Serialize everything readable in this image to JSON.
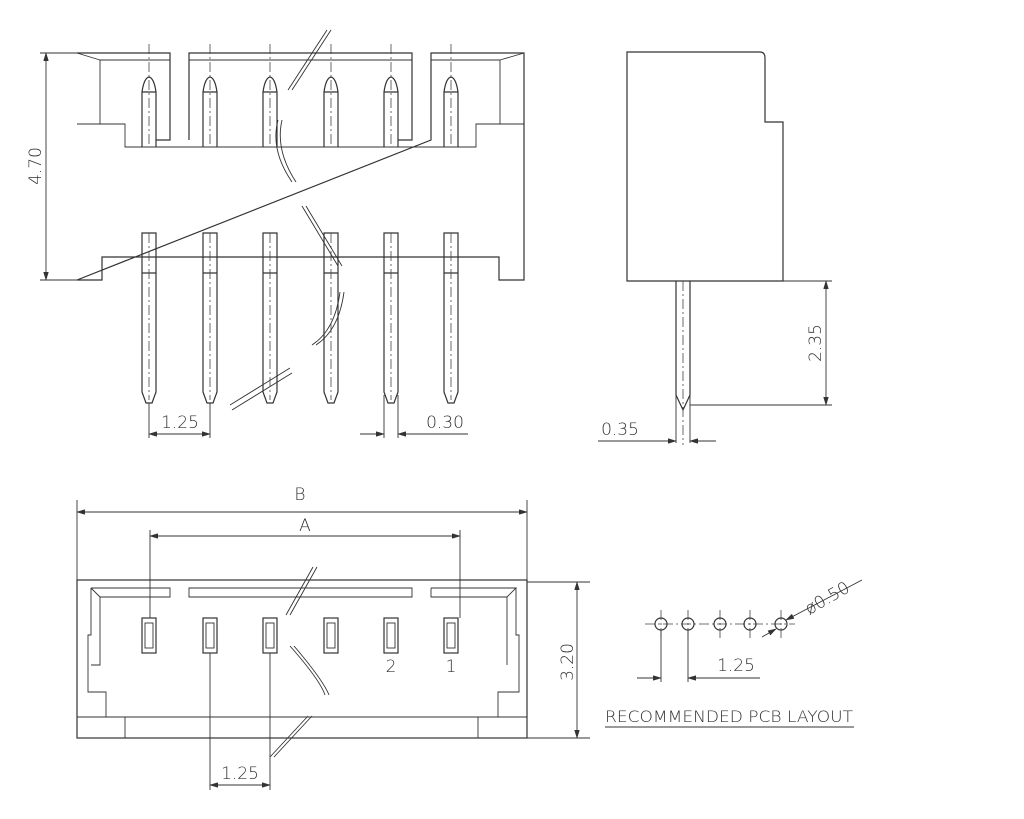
{
  "drawing": {
    "front_view": {
      "height_dim": "4.70",
      "pitch_dim": "1.25",
      "pin_width_dim": "0.30",
      "pin_count": 6
    },
    "side_view": {
      "pin_length_dim": "2.35",
      "pin_thickness_dim": "0.35"
    },
    "bottom_view": {
      "overall_length_dim": "B",
      "pin_span_dim": "A",
      "depth_dim": "3.20",
      "pitch_dim": "1.25",
      "pin_labels": [
        "2",
        "1"
      ]
    },
    "pcb_layout": {
      "hole_dim": "ø0.50",
      "pitch_dim": "1.25",
      "title": "RECOMMENDED PCB LAYOUT",
      "hole_count": 5
    }
  },
  "colors": {
    "line": "#333333",
    "background": "#ffffff"
  }
}
